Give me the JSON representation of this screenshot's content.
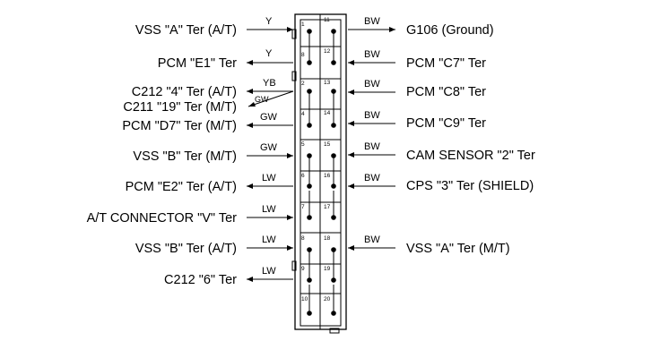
{
  "connector": {
    "left_pins": [
      "1",
      "8",
      "2",
      "4",
      "5",
      "6",
      "7",
      "8",
      "9",
      "10"
    ],
    "right_pins": [
      "11",
      "12",
      "13",
      "14",
      "15",
      "16",
      "17",
      "18",
      "19",
      "20"
    ]
  },
  "left_labels": [
    "VSS \"A\" Ter (A/T)",
    "PCM \"E1\" Ter",
    "C212 \"4\" Ter (A/T)",
    "C211 \"19\" Ter (M/T)",
    "PCM \"D7\" Ter (M/T)",
    "VSS \"B\" Ter (M/T)",
    "PCM \"E2\" Ter (A/T)",
    "A/T CONNECTOR \"V\" Ter",
    "VSS \"B\" Ter (A/T)",
    "C212 \"6\" Ter"
  ],
  "left_wires": [
    "Y",
    "Y",
    "YB",
    "GW",
    "GW",
    "GW",
    "LW",
    "LW",
    "LW",
    "LW"
  ],
  "right_labels": [
    "G106 (Ground)",
    "PCM \"C7\" Ter",
    "PCM \"C8\" Ter",
    "PCM \"C9\" Ter",
    "CAM SENSOR \"2\" Ter",
    "CPS \"3\" Ter (SHIELD)",
    "VSS \"A\" Ter (M/T)"
  ],
  "right_wires": [
    "BW",
    "BW",
    "BW",
    "BW",
    "BW",
    "BW",
    "BW"
  ]
}
